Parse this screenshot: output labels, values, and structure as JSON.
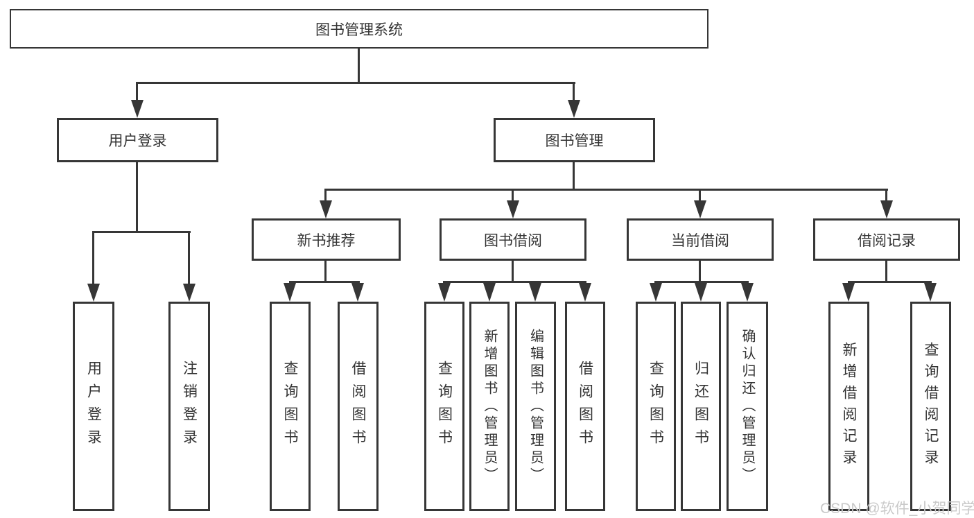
{
  "tree": {
    "root": {
      "label": "图书管理系统",
      "children": [
        {
          "label": "用户登录",
          "children": [
            "用户登录",
            "注销登录"
          ]
        },
        {
          "label": "图书管理",
          "children": [
            {
              "label": "新书推荐",
              "children": [
                "查询图书",
                "借阅图书"
              ]
            },
            {
              "label": "图书借阅",
              "children": [
                "查询图书",
                "新增图书（管理员）",
                "编辑图书（管理员）",
                "借阅图书"
              ]
            },
            {
              "label": "当前借阅",
              "children": [
                "查询图书",
                "归还图书",
                "确认归还（管理员）"
              ]
            },
            {
              "label": "借阅记录",
              "children": [
                "新增借阅记录",
                "查询借阅记录"
              ]
            }
          ]
        }
      ]
    }
  },
  "watermark": "CSDN @软件_小贺同学",
  "colors": {
    "line": "#363636",
    "text": "#333333",
    "watermark": "#c9c9c9",
    "background": "#ffffff"
  }
}
